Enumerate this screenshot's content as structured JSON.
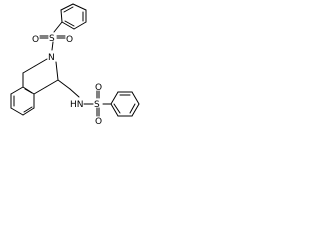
{
  "molecule": {
    "atom_labels": {
      "s_top": "S",
      "o_top_left": "O",
      "o_top_right": "O",
      "n_ring": "N",
      "nh_right": "HN",
      "s_right": "S",
      "o_right_top": "O",
      "o_right_bottom": "O"
    }
  }
}
